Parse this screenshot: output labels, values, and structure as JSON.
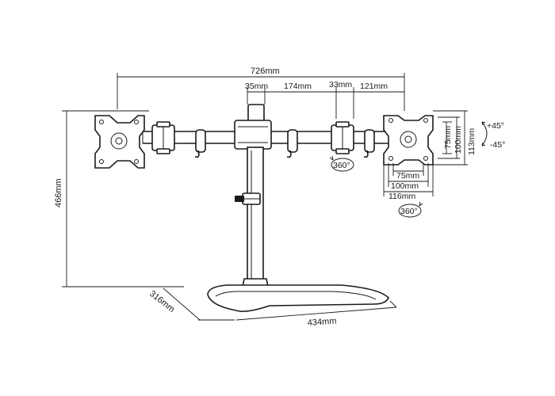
{
  "dimensions": {
    "overall_width": "726mm",
    "arm_35": "35mm",
    "arm_174": "174mm",
    "arm_33": "33mm",
    "arm_121": "121mm",
    "vesa_75_v": "75mm",
    "vesa_100_v": "100mm",
    "plate_113_v": "113mm",
    "vesa_75_h": "75mm",
    "vesa_100_h": "100mm",
    "plate_116_h": "116mm",
    "height": "466mm",
    "base_depth": "316mm",
    "base_width": "434mm"
  },
  "rotation": {
    "arm": "360°",
    "head": "360°"
  },
  "tilt": {
    "up": "+45°",
    "down": "-45°"
  }
}
